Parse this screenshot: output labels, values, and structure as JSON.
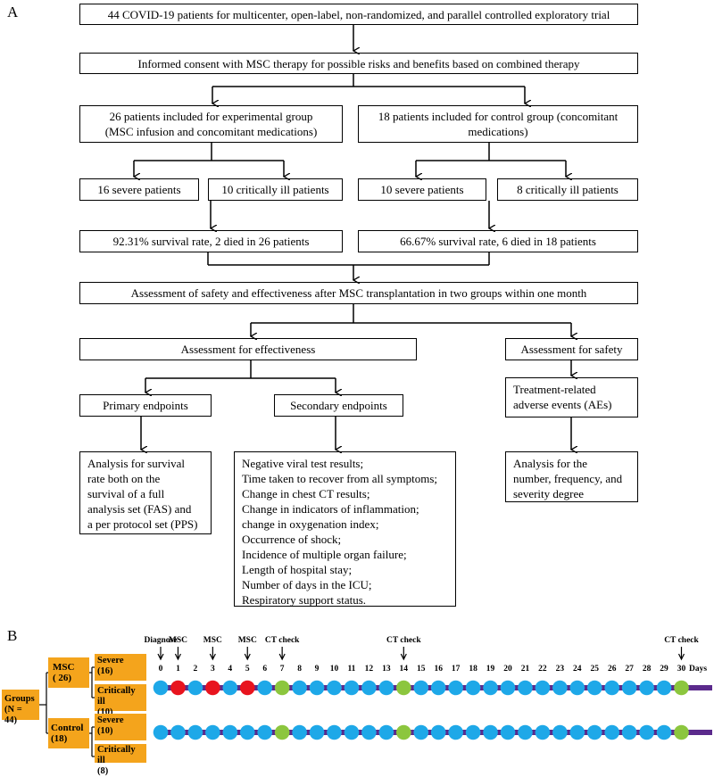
{
  "panel_a_label": "A",
  "panel_b_label": "B",
  "flow": {
    "trial": "44 COVID-19 patients for multicenter, open-label, non-randomized, and parallel controlled exploratory trial",
    "consent": "Informed consent with MSC therapy for possible risks and benefits based on combined therapy",
    "exp_group": [
      "26 patients included for experimental group",
      "(MSC infusion and concomitant medications)"
    ],
    "ctrl_group": [
      "18 patients included for control group (concomitant",
      "medications)"
    ],
    "exp_severe": "16 severe patients",
    "exp_critical": "10 critically ill patients",
    "ctrl_severe": "10 severe patients",
    "ctrl_critical": "8 critically ill patients",
    "exp_survival": "92.31% survival rate, 2 died in 26 patients",
    "ctrl_survival": "66.67% survival rate, 6 died in 18 patients",
    "assessment": "Assessment of safety and effectiveness after MSC transplantation in two groups within one month",
    "effectiveness": "Assessment for effectiveness",
    "safety": "Assessment for safety",
    "primary": "Primary endpoints",
    "secondary": "Secondary endpoints",
    "treatment_ae": [
      "Treatment-related",
      "adverse events (AEs)"
    ],
    "primary_analysis": [
      "Analysis for survival",
      "rate both on the",
      "survival of a full",
      "analysis set (FAS) and",
      "a per protocol set (PPS)"
    ],
    "secondary_list": [
      "Negative viral test results;",
      "Time taken to recover from all symptoms;",
      "Change in chest CT results;",
      "Change in indicators of inflammation;",
      "change in oxygenation index;",
      "Occurrence of shock;",
      "Incidence of multiple organ failure;",
      "Length of hospital stay;",
      "Number of days in the ICU;",
      "Respiratory support status."
    ],
    "safety_analysis": [
      "Analysis for the",
      "number, frequency, and",
      "severity degree"
    ]
  },
  "timeline": {
    "groups_label": [
      "Groups",
      "(N = 44)"
    ],
    "msc_label": [
      "MSC",
      "( 26)"
    ],
    "control_label": [
      "Control",
      "(18)"
    ],
    "msc_severe": [
      "Severe",
      "(16)"
    ],
    "msc_critical": [
      "Critically ill",
      "(10)"
    ],
    "ctrl_severe": [
      "Severe",
      "(10)"
    ],
    "ctrl_critical": [
      "Critically ill",
      "(8)"
    ],
    "days_label": "Days",
    "days": [
      "0",
      "1",
      "2",
      "3",
      "4",
      "5",
      "6",
      "7",
      "8",
      "9",
      "10",
      "11",
      "12",
      "13",
      "14",
      "15",
      "16",
      "17",
      "18",
      "19",
      "20",
      "21",
      "22",
      "23",
      "24",
      "25",
      "26",
      "27",
      "28",
      "29",
      "30"
    ],
    "events": [
      {
        "day": 0,
        "label": "Diagnose"
      },
      {
        "day": 1,
        "label": "MSC"
      },
      {
        "day": 3,
        "label": "MSC"
      },
      {
        "day": 5,
        "label": "MSC"
      },
      {
        "day": 7,
        "label": "CT check"
      },
      {
        "day": 14,
        "label": "CT check"
      },
      {
        "day": 30,
        "label": "CT check"
      }
    ],
    "msc_days": [
      1,
      3,
      5
    ],
    "ct_days": [
      7,
      14,
      30
    ],
    "colors": {
      "normal": "#1ea8e8",
      "msc": "#e8141e",
      "ct": "#8cc63e",
      "track": "#5b2a8c",
      "label_bg": "#f4a41c"
    }
  }
}
